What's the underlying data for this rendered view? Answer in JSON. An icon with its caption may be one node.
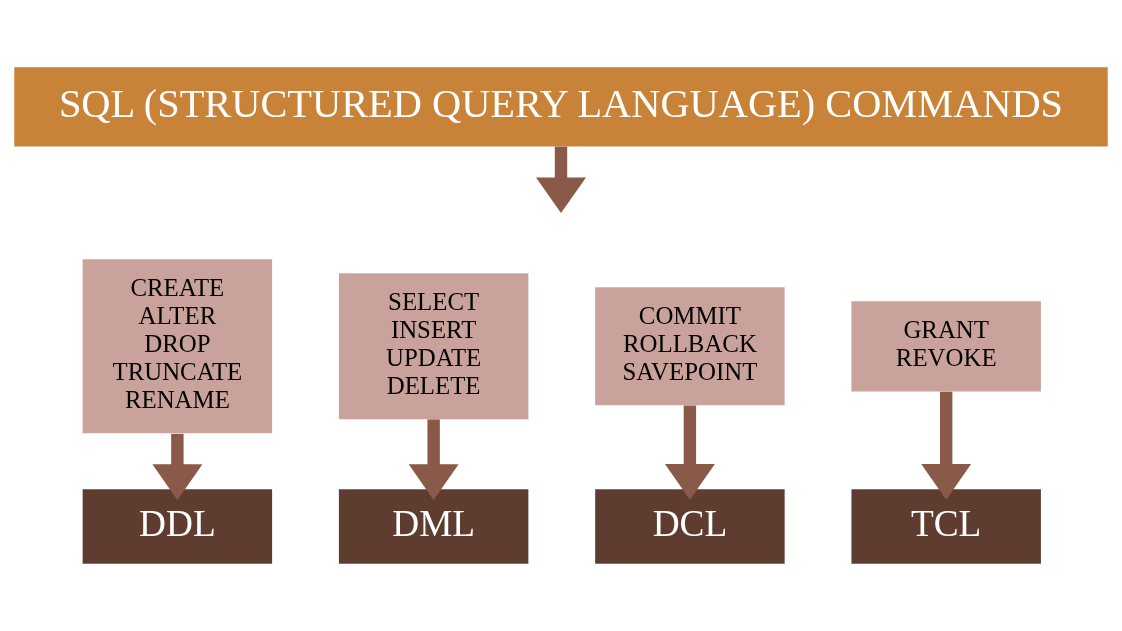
{
  "diagram": {
    "nodes": [
      {
        "text": [
          "SQL (STRUCTURED QUERY LANGUAGE) COMMANDS"
        ]
      },
      {
        "text": [
          "CREATE",
          "ALTER",
          "DROP",
          "TRUNCATE",
          "RENAME"
        ]
      },
      {
        "text": [
          "SELECT",
          "INSERT",
          "UPDATE",
          "DELETE"
        ]
      },
      {
        "text": [
          "COMMIT",
          "ROLLBACK",
          "SAVEPOINT"
        ]
      },
      {
        "text": [
          "GRANT",
          "REVOKE"
        ]
      },
      {
        "text": [
          "DDL"
        ]
      },
      {
        "text": [
          "DML"
        ]
      },
      {
        "text": [
          "DCL"
        ]
      },
      {
        "text": [
          "TCL"
        ]
      }
    ],
    "edges": [
      {
        "from": 0,
        "to": null,
        "arrow": "to"
      },
      {
        "from": 1,
        "to": 5,
        "arrow": "to"
      },
      {
        "from": 2,
        "to": 6,
        "arrow": "to"
      },
      {
        "from": 3,
        "to": 7,
        "arrow": "to"
      },
      {
        "from": 4,
        "to": 8,
        "arrow": "to"
      }
    ]
  }
}
